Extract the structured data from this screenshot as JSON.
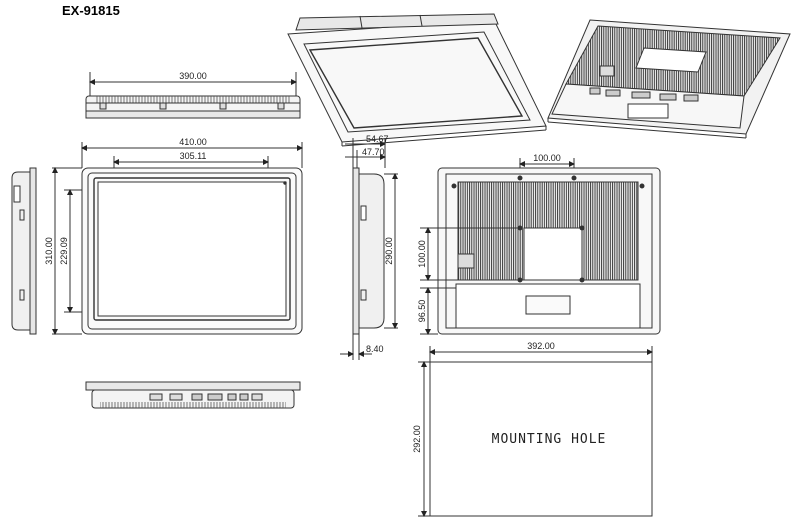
{
  "title": "EX-91815",
  "dims": {
    "top_width": "390.00",
    "front_outer_width": "410.00",
    "front_inner_width": "305.11",
    "front_outer_height": "310.00",
    "front_inner_height": "229.09",
    "side_depth_total": "54.67",
    "side_depth_inner": "47.70",
    "side_height": "290.00",
    "side_bezel": "8.40",
    "rear_mount_spacing": "100.00",
    "rear_vesa_height": "100.00",
    "rear_lower_offset": "96.50",
    "cutout_width": "392.00",
    "cutout_height": "292.00"
  },
  "cutout_label": "MOUNTING HOLE"
}
